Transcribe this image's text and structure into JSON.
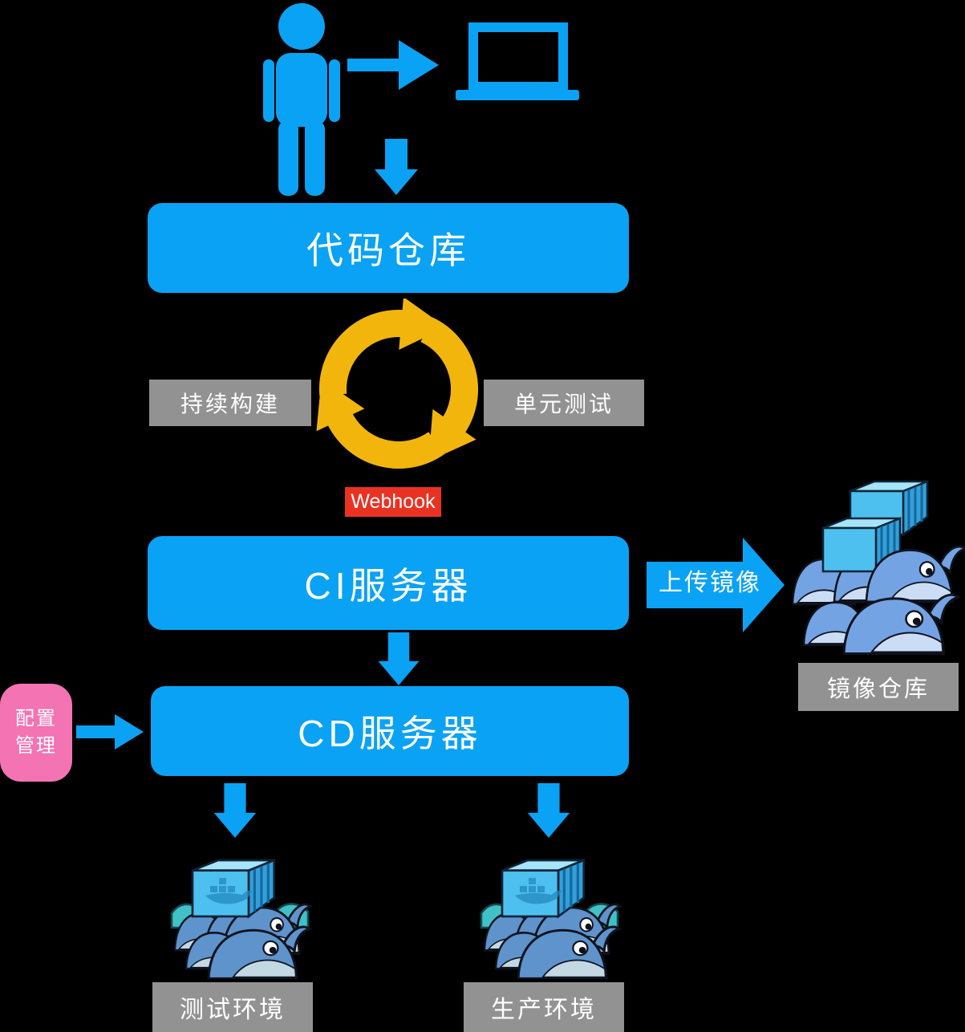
{
  "colors": {
    "background": "#000000",
    "primary_blue": "#0aa2f5",
    "cycle_yellow": "#f2b50c",
    "label_gray": "#929292",
    "webhook_red": "#ea3223",
    "config_pink": "#f373b3",
    "text_white": "#ffffff",
    "registry_whale_body": "#74a3e3",
    "registry_whale_belly": "#cbddf5",
    "env_whale_body": "#5e93cc",
    "env_whale_belly": "#c3d8e2",
    "env_wave_teal": "#41c1c5",
    "container_front": "#4dc0ef",
    "container_top": "#a6e4f9",
    "container_side": "#339fd8"
  },
  "icons": {
    "developer": "person-icon",
    "workstation": "laptop-icon",
    "commit_arrow": "arrow-right-icon",
    "pipeline_cycle": "cycle-arrows-icon",
    "registry": "docker-whale-stack-icon",
    "environment": "docker-container-whales-icon"
  },
  "nodes": {
    "code_repo": "代码仓库",
    "continuous_build": "持续构建",
    "unit_test": "单元测试",
    "webhook": "Webhook",
    "ci_server": "CI服务器",
    "upload_image": "上传镜像",
    "image_registry": "镜像仓库",
    "config_line1": "配置",
    "config_line2": "管理",
    "cd_server": "CD服务器",
    "test_env": "测试环境",
    "prod_env": "生产环境"
  }
}
